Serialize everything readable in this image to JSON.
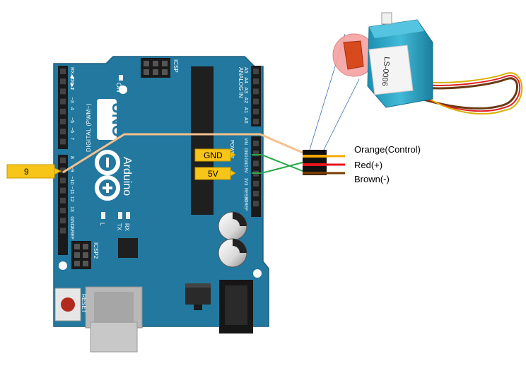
{
  "board": {
    "brand": "Arduino",
    "model": "UNO",
    "labels": {
      "digital": "DIGITAL (PWM~)",
      "analog_in": "ANALOG IN",
      "power": "POWER",
      "icsp": "ICSP",
      "icsp2": "ICSP2",
      "reset": "RESET",
      "on": "ON",
      "tx": "TX",
      "rx": "RX",
      "l": "L",
      "aref": "AREF",
      "gnd": "GND"
    },
    "digital_pins": [
      "RX◀0",
      "TX▶1",
      "2",
      "~3",
      "4",
      "~5",
      "~6",
      "7",
      "8",
      "~9",
      "~10",
      "~11",
      "12",
      "13",
      "GND",
      "AREF"
    ],
    "analog_pins": [
      "A5",
      "A4",
      "A3",
      "A2",
      "A1",
      "A0"
    ],
    "power_pins": [
      "VIN",
      "GND",
      "GND",
      "5V",
      "3V3",
      "RESET",
      "IOREF"
    ]
  },
  "tags": {
    "pin9": "9",
    "gnd": "GND",
    "v5": "5V"
  },
  "servo": {
    "model": "LS-0006",
    "wires": [
      {
        "label": "Orange(Control)",
        "color": "#f5a800"
      },
      {
        "label": "Red(+)",
        "color": "#e8141b"
      },
      {
        "label": "Brown(-)",
        "color": "#7a3c00"
      }
    ]
  },
  "colors": {
    "board": "#22789e",
    "board_dark": "#1b5f80",
    "tag_fill": "#f7c418",
    "signal_wire": "#f4c08e",
    "power_wire": "#2aa84a",
    "servo_body": "#2ea6c6"
  }
}
